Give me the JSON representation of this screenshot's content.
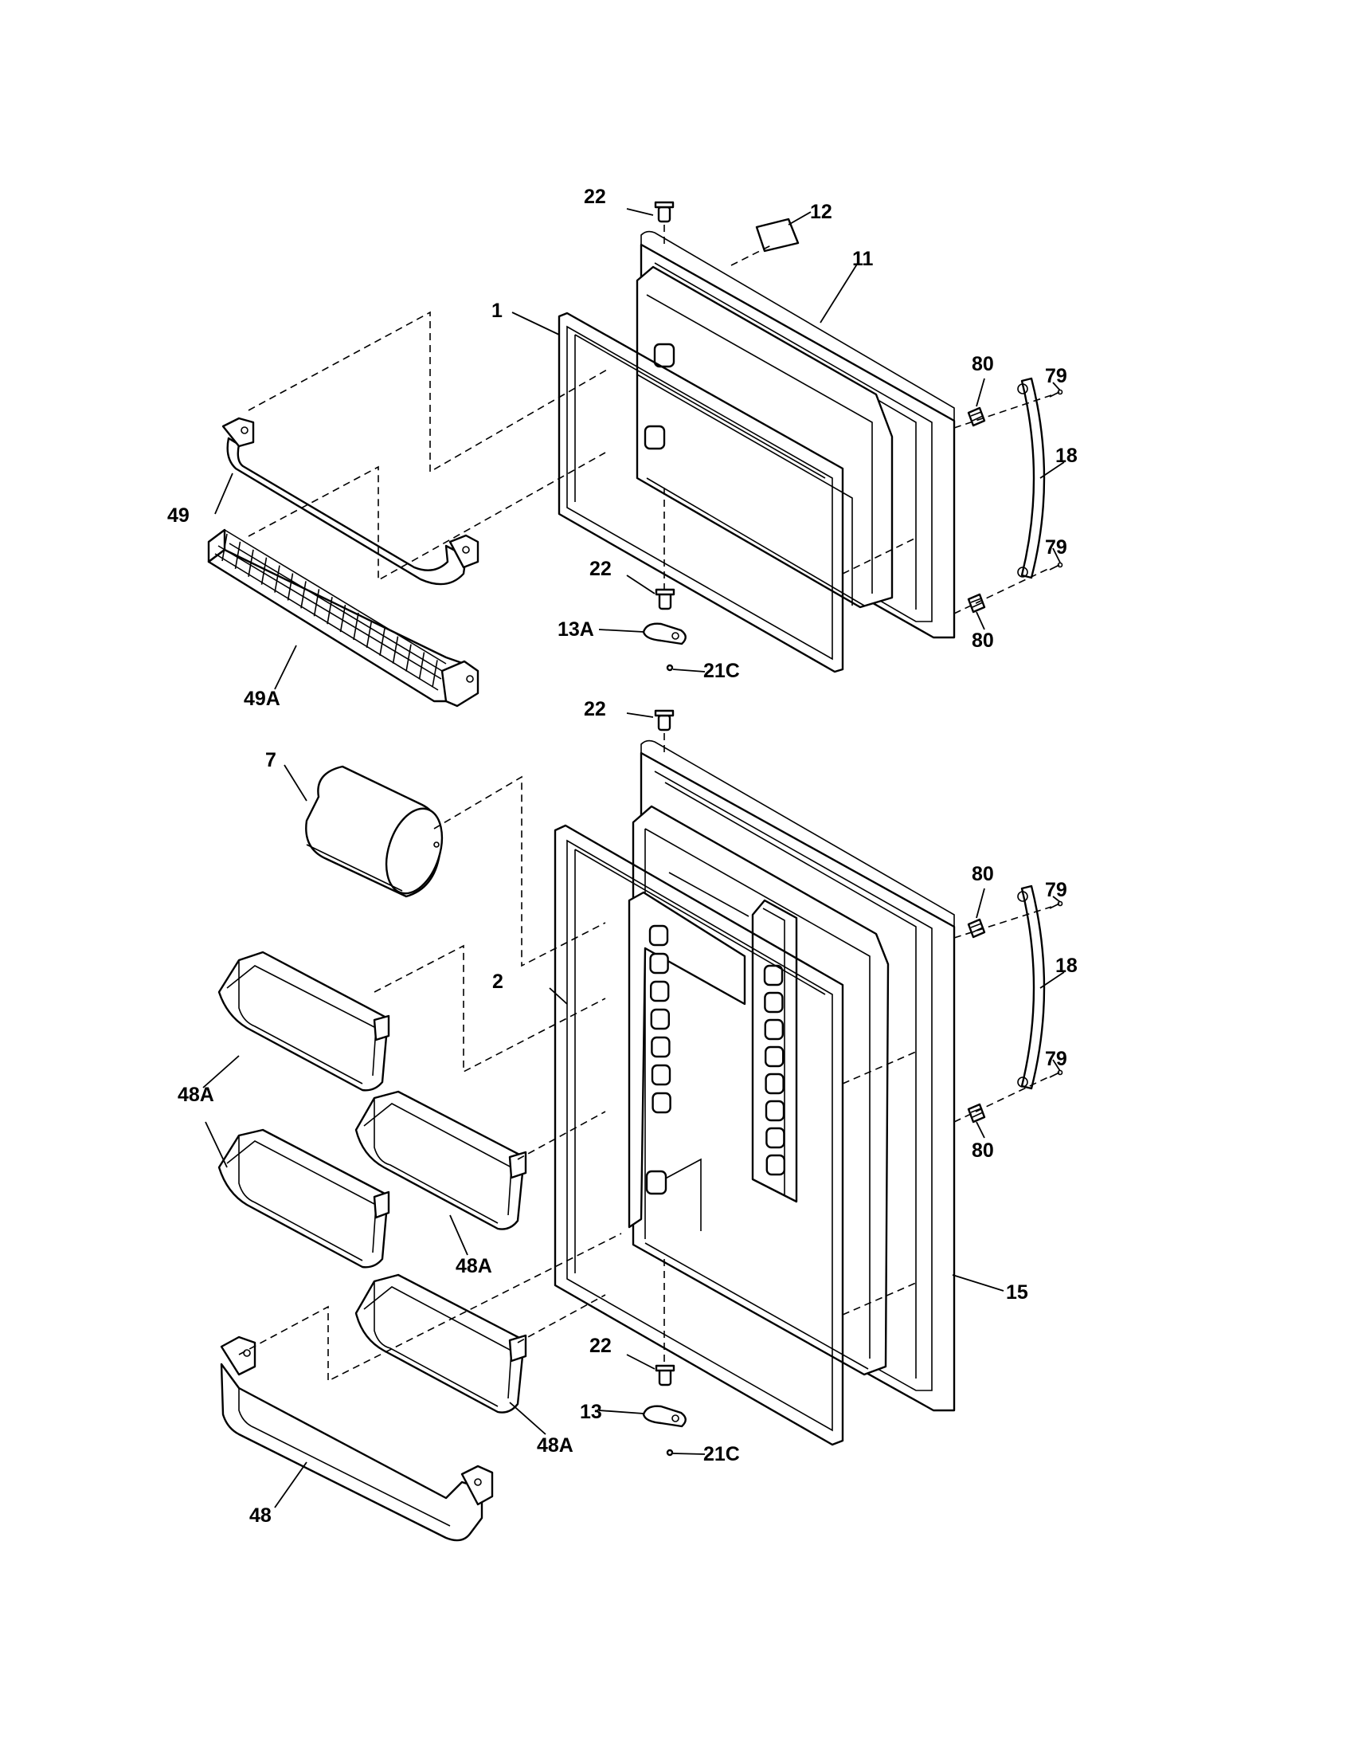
{
  "labels": {
    "l1": "1",
    "l2": "2",
    "l7": "7",
    "l11": "11",
    "l12": "12",
    "l13": "13",
    "l13a": "13A",
    "l15": "15",
    "l18": "18",
    "l21c": "21C",
    "l22": "22",
    "l48": "48",
    "l48a": "48A",
    "l49": "49",
    "l49a": "49A",
    "l79": "79",
    "l80": "80"
  },
  "colors": {
    "line": "#000000",
    "background": "#ffffff",
    "shade": "#cfcfcf"
  }
}
